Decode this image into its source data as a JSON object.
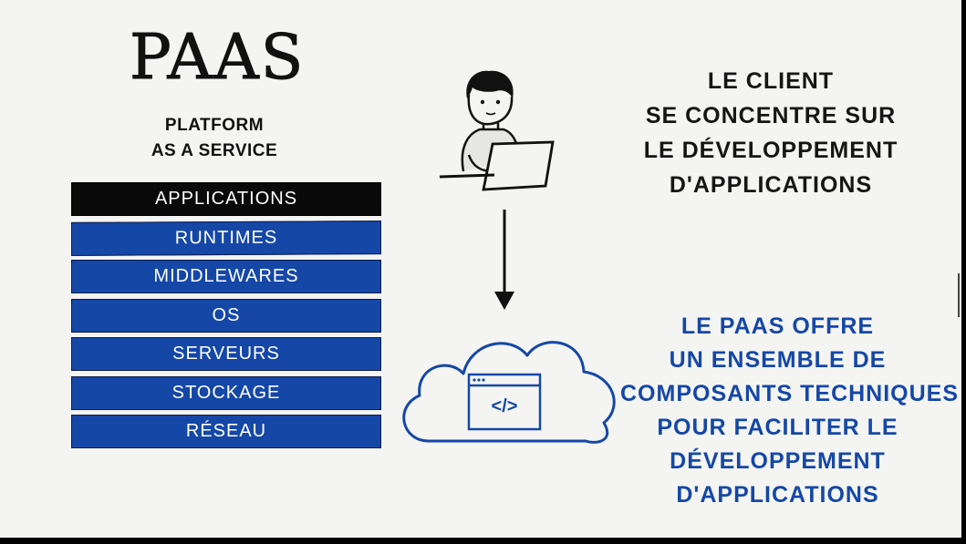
{
  "title": "PAAS",
  "subtitle": {
    "line1": "PLATFORM",
    "line2": "AS A SERVICE"
  },
  "stack_layers": [
    {
      "label": "APPLICATIONS",
      "color": "#0a0a0a"
    },
    {
      "label": "RUNTIMES",
      "color": "#1547a7"
    },
    {
      "label": "MIDDLEWARES",
      "color": "#1547a7"
    },
    {
      "label": "OS",
      "color": "#1547a7"
    },
    {
      "label": "SERVEURS",
      "color": "#1547a7"
    },
    {
      "label": "STOCKAGE",
      "color": "#1547a7"
    },
    {
      "label": "RÉSEAU",
      "color": "#1547a7"
    }
  ],
  "client_text": {
    "line1": "LE CLIENT",
    "line2": "SE CONCENTRE SUR",
    "line3": "LE DÉVELOPPEMENT",
    "line4": "D'APPLICATIONS"
  },
  "paas_text": {
    "line1": "LE PAAS OFFRE",
    "line2": "UN ENSEMBLE DE",
    "line3": "COMPOSANTS TECHNIQUES",
    "line4": "POUR FACILITER LE",
    "line5": "DÉVELOPPEMENT",
    "line6": "D'APPLICATIONS"
  },
  "code_symbol": "</>",
  "icons": {
    "person": "person-with-laptop-icon",
    "arrow": "arrow-down-icon",
    "cloud": "cloud-code-icon"
  },
  "colors": {
    "accent_blue": "#1547a7",
    "ink": "#111111",
    "background": "#f4f5f2"
  }
}
